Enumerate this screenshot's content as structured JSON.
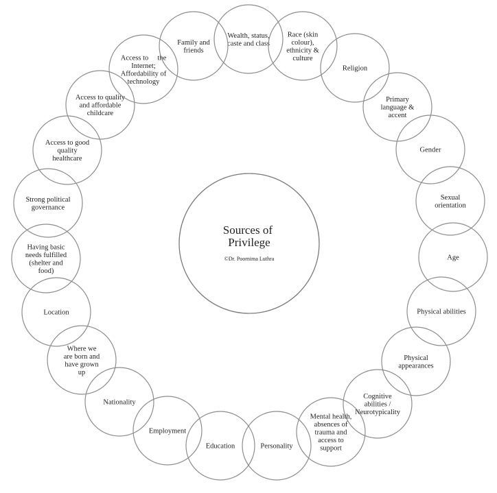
{
  "center": {
    "title_lines": [
      "Sources of",
      "Privilege"
    ],
    "credit": "©Dr. Poornima Luthra"
  },
  "nodes": [
    {
      "id": "wealth",
      "lines": [
        "Wealth, status,",
        "caste and class"
      ]
    },
    {
      "id": "race",
      "lines": [
        "Race (skin",
        "colour),",
        "ethnicity &",
        "culture"
      ]
    },
    {
      "id": "religion",
      "lines": [
        "Religion"
      ]
    },
    {
      "id": "language",
      "lines": [
        "Primary",
        "language &",
        "accent"
      ]
    },
    {
      "id": "gender",
      "lines": [
        "Gender"
      ]
    },
    {
      "id": "sexual-orientation",
      "lines": [
        "Sexual",
        "orientation"
      ]
    },
    {
      "id": "age",
      "lines": [
        "Age"
      ]
    },
    {
      "id": "physical-abilities",
      "lines": [
        "Physical abilities"
      ]
    },
    {
      "id": "physical-appearances",
      "lines": [
        "Physical",
        "appearances"
      ]
    },
    {
      "id": "cognitive",
      "lines": [
        "Cognitive",
        "abilities /",
        "Neurotypicality"
      ]
    },
    {
      "id": "mental-health",
      "lines": [
        "Mental health,",
        "absences of",
        "trauma and",
        "access to",
        "support"
      ]
    },
    {
      "id": "personality",
      "lines": [
        "Personality"
      ]
    },
    {
      "id": "education",
      "lines": [
        "Education"
      ]
    },
    {
      "id": "employment",
      "lines": [
        "Employment"
      ]
    },
    {
      "id": "nationality",
      "lines": [
        "Nationality"
      ]
    },
    {
      "id": "born",
      "lines": [
        "Where we",
        "are born and",
        "have grown",
        "up"
      ]
    },
    {
      "id": "location",
      "lines": [
        "Location"
      ]
    },
    {
      "id": "basic-needs",
      "lines": [
        "Having basic",
        "needs fulfilled",
        "(shelter and",
        "food)"
      ]
    },
    {
      "id": "governance",
      "lines": [
        "Strong political",
        "governance"
      ]
    },
    {
      "id": "healthcare",
      "lines": [
        "Access to good",
        "quality",
        "healthcare"
      ]
    },
    {
      "id": "childcare",
      "lines": [
        "Access to quality",
        "and affordable",
        "childcare"
      ]
    },
    {
      "id": "internet",
      "lines": [
        "Access to     the",
        "Internet;",
        "Affordability of",
        "technology"
      ]
    },
    {
      "id": "family",
      "lines": [
        "Family and",
        "friends"
      ]
    }
  ]
}
